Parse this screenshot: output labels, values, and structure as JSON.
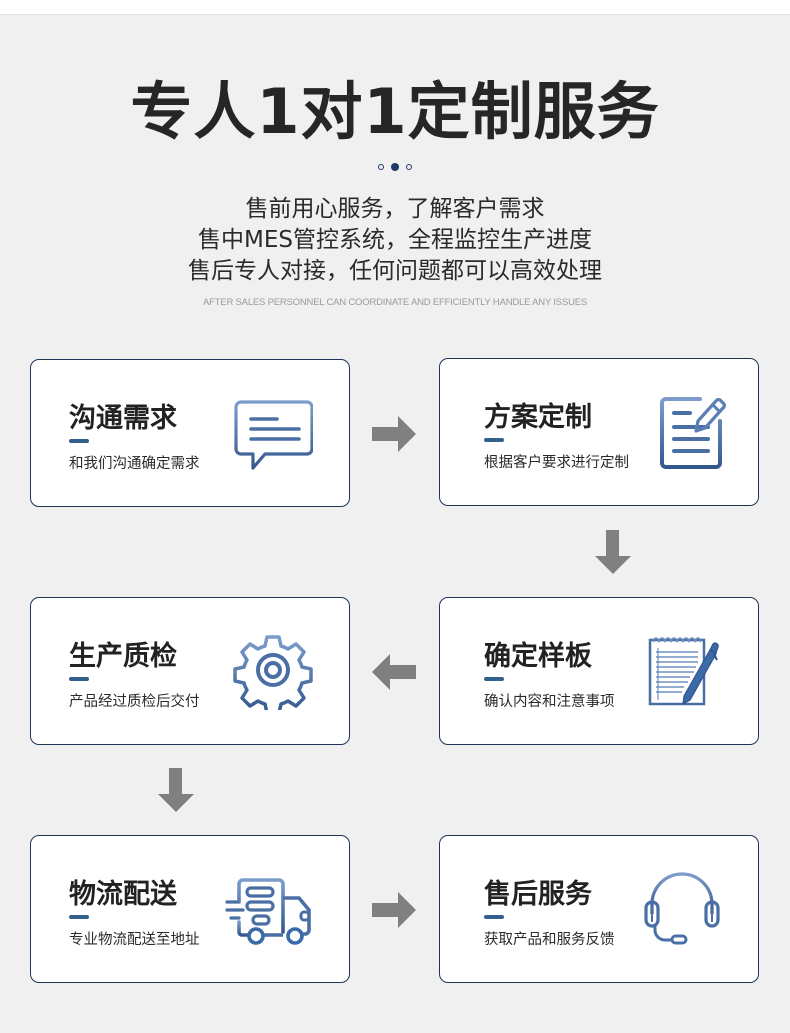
{
  "header": {
    "title": "专人1对1定制服务",
    "pager_dots": 3,
    "active_dot": 2,
    "intro_lines": [
      "售前用心服务，了解客户需求",
      "售中MES管控系统，全程监控生产进度",
      "售后专人对接，任何问题都可以高效处理"
    ],
    "english_caption": "AFTER SALES PERSONNEL CAN COORDINATE AND EFFICIENTLY HANDLE ANY ISSUES"
  },
  "colors": {
    "background": "#f0f0f0",
    "card_border": "#1e3556",
    "accent_bar": "#34608f",
    "icon_blue": "#4a6fa5",
    "arrow_gray": "#808080",
    "dot_navy": "#1e3a66"
  },
  "steps": [
    {
      "title": "沟通需求",
      "subtitle": "和我们沟通确定需求",
      "icon": "chat-bubble-icon"
    },
    {
      "title": "方案定制",
      "subtitle": "根据客户要求进行定制",
      "icon": "document-edit-icon"
    },
    {
      "title": "确定样板",
      "subtitle": "确认内容和注意事项",
      "icon": "notepad-pen-icon"
    },
    {
      "title": "生产质检",
      "subtitle": "产品经过质检后交付",
      "icon": "gear-icon"
    },
    {
      "title": "物流配送",
      "subtitle": "专业物流配送至地址",
      "icon": "delivery-truck-icon"
    },
    {
      "title": "售后服务",
      "subtitle": "获取产品和服务反馈",
      "icon": "headset-icon"
    }
  ],
  "arrows": [
    "right",
    "down",
    "left",
    "down",
    "right"
  ]
}
